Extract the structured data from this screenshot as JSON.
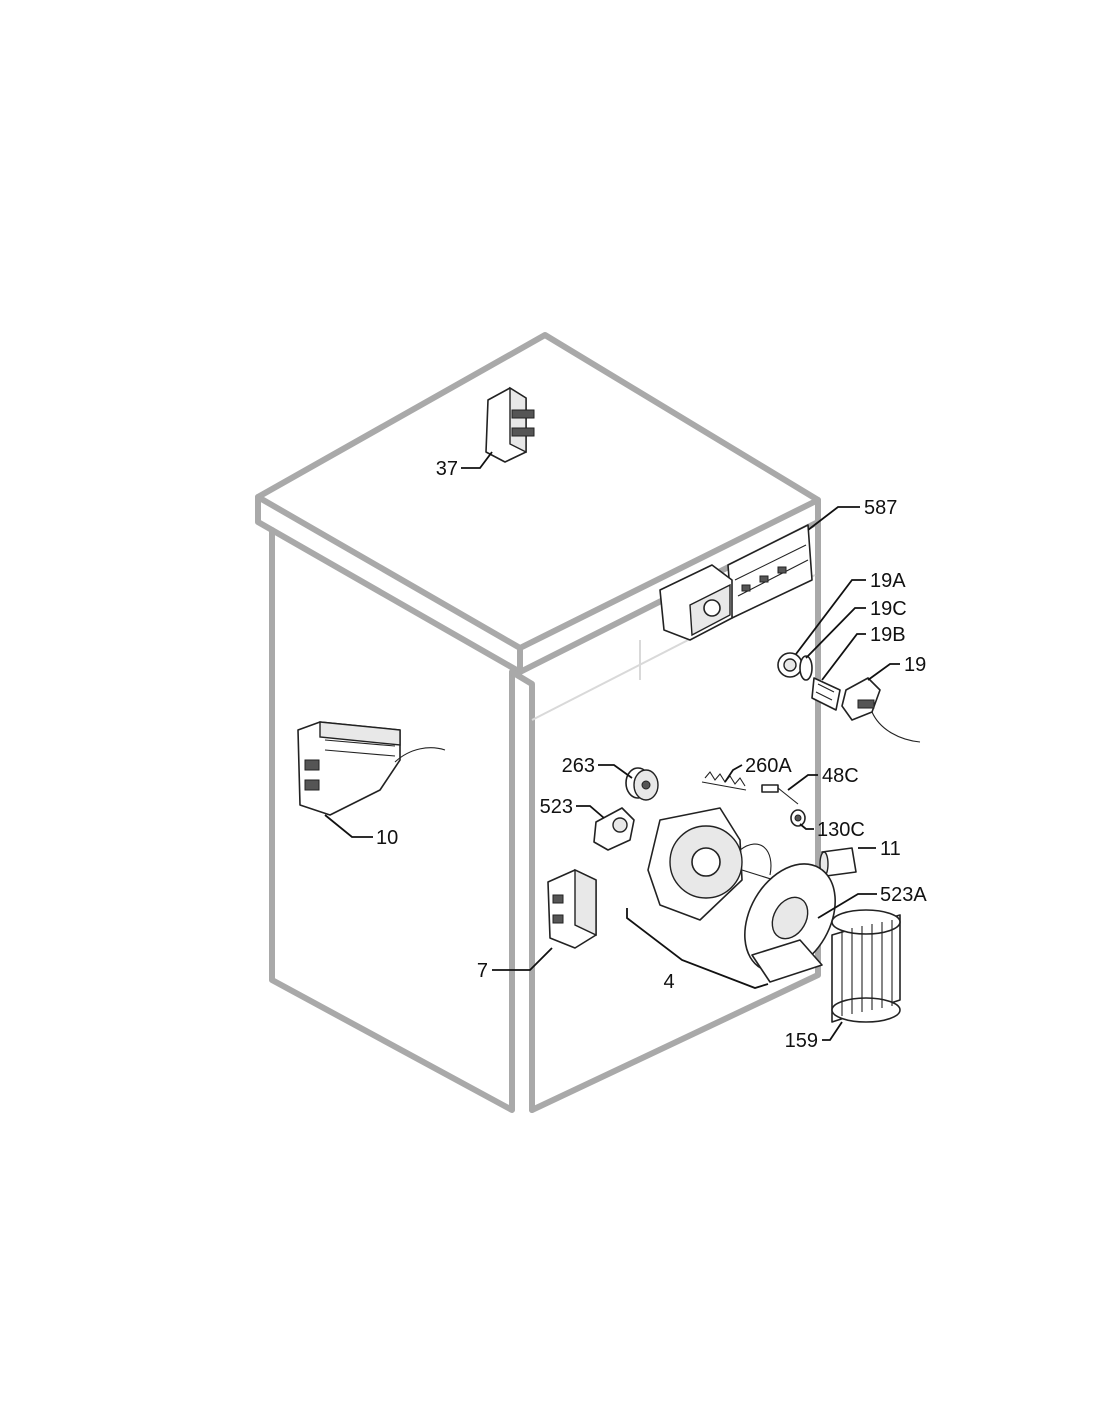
{
  "callouts": [
    {
      "id": "37",
      "text": "37"
    },
    {
      "id": "587",
      "text": "587"
    },
    {
      "id": "19A",
      "text": "19A"
    },
    {
      "id": "19C",
      "text": "19C"
    },
    {
      "id": "19B",
      "text": "19B"
    },
    {
      "id": "19",
      "text": "19"
    },
    {
      "id": "10",
      "text": "10"
    },
    {
      "id": "263",
      "text": "263"
    },
    {
      "id": "260A",
      "text": "260A"
    },
    {
      "id": "48C",
      "text": "48C"
    },
    {
      "id": "523",
      "text": "523"
    },
    {
      "id": "130C",
      "text": "130C"
    },
    {
      "id": "11",
      "text": "11"
    },
    {
      "id": "523A",
      "text": "523A"
    },
    {
      "id": "7",
      "text": "7"
    },
    {
      "id": "4",
      "text": "4"
    },
    {
      "id": "159",
      "text": "159"
    }
  ]
}
